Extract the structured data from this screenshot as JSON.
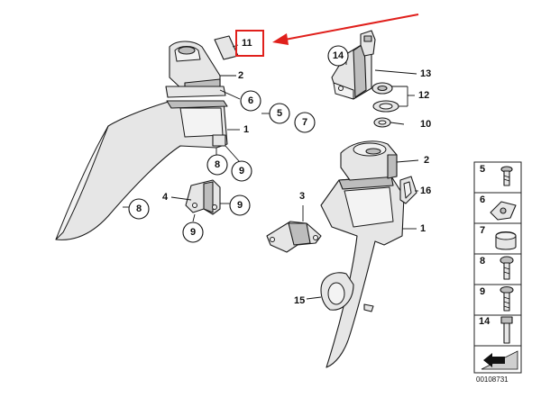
{
  "diagram": {
    "id_code": "00108731",
    "highlight_color": "#e0201c",
    "highlighted_callout": "11",
    "callouts": {
      "c11": "11",
      "c2a": "2",
      "c6": "6",
      "c5": "5",
      "c7": "7",
      "c1a": "1",
      "c8a": "8",
      "c9a": "9",
      "c4": "4",
      "c9b": "9",
      "c9c": "9",
      "c8b": "8",
      "c14": "14",
      "c13": "13",
      "c12": "12",
      "c10": "10",
      "c2b": "2",
      "c16": "16",
      "c3": "3",
      "c1b": "1",
      "c15": "15"
    },
    "legend": {
      "items": [
        {
          "number": "5",
          "icon": "screw-small-icon"
        },
        {
          "number": "6",
          "icon": "clip-nut-icon"
        },
        {
          "number": "7",
          "icon": "rubber-cap-icon"
        },
        {
          "number": "8",
          "icon": "screw-pan-head-icon"
        },
        {
          "number": "9",
          "icon": "screw-flange-icon"
        },
        {
          "number": "14",
          "icon": "bolt-icon"
        }
      ],
      "footer_icon": "corner-arrow-icon"
    }
  }
}
